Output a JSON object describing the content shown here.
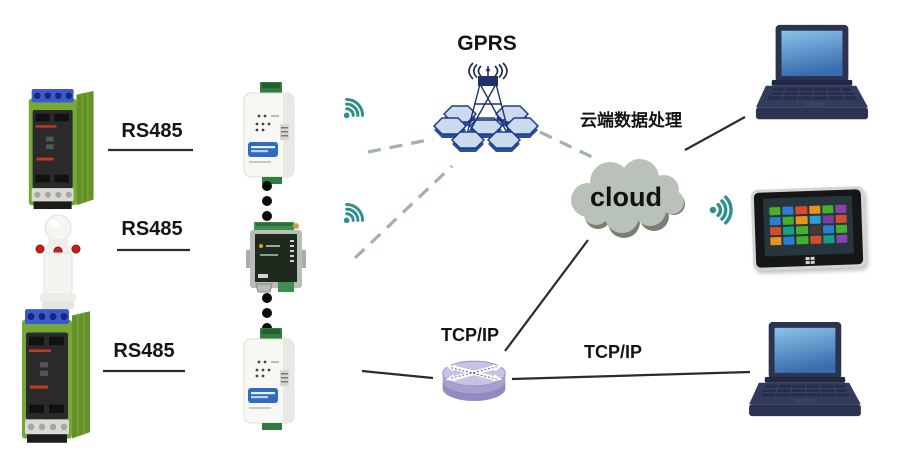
{
  "labels": {
    "gprs": "GPRS",
    "rs485_top": "RS485",
    "rs485_middle": "RS485",
    "rs485_bottom": "RS485",
    "tcpip_left": "TCP/IP",
    "tcpip_right": "TCP/IP",
    "cloud_cn": "云端数据处理",
    "cloud_en": "cloud"
  },
  "icons": {
    "wifi_top": "wifi-icon",
    "wifi_middle": "wifi-icon",
    "wifi_tablet": "wifi-icon",
    "cell_tower": "cell-tower-icon",
    "hexagon_mesh": "hexagon-cell-mesh",
    "cloud": "cloud-shape",
    "router": "router-icon",
    "laptop_top": "laptop",
    "laptop_bottom": "laptop",
    "tablet": "windows-tablet",
    "isolator_top": "din-rail-signal-isolator",
    "isolator_bottom": "din-rail-signal-isolator",
    "sensor": "level-sensor-probe",
    "serial_module_top": "rs485-serial-server-module",
    "gprs_dtu": "gprs-dtu-module",
    "serial_module_bottom": "rs485-serial-server-module"
  },
  "colors": {
    "wifi_teal": "#2e8f8f",
    "dashed_link": "#9fb3a9",
    "solid_link": "#2b2b2b",
    "device_green": "#76a837",
    "hex_fill": "#ccdaee",
    "hex_border": "#1d3c8c",
    "cloud_fill": "#b9c2b9",
    "router_purple": "#a89ed0",
    "label_text": "#141414"
  },
  "tablet": {
    "tiles": [
      "#4fae2c",
      "#2d7dd4",
      "#d74a2c",
      "#e8941f",
      "#44b12e",
      "#8a42ad",
      "#2d7dd4",
      "#44b12e",
      "#e8941f",
      "#2d9fd4",
      "#7b3fa0",
      "#d74a2c",
      "#d74a2c",
      "#16a085",
      "#44b12e",
      "#4a3a30",
      "#2d7dd4",
      "#44b12e",
      "#e8941f",
      "#2d7dd4",
      "#44b12e",
      "#d74a2c",
      "#16a085",
      "#8a42ad"
    ]
  }
}
